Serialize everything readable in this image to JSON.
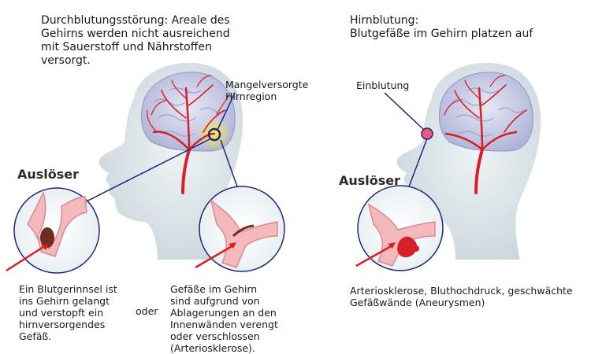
{
  "left": {
    "title": "Durchblutungsstörung: Areale des\nGehirns werden nicht ausreichend\nmit Sauerstoff und Nährstoffen\nversorgt.",
    "region_label": "Mangelversorgte\nHirnregion",
    "trigger_heading": "Auslöser",
    "cause1": "Ein Blutgerinnsel ist\nins Gehirn gelangt\nund verstopft ein\nhirnversorgendes\nGefäß.",
    "or": "oder",
    "cause2": "Gefäße im Gehirn\nsind aufgrund von\nAblagerungen an den\nInnenwänden verengt\noder verschlossen\n(Arteriosklerose)."
  },
  "right": {
    "title": "Hirnblutung:\nBlutgefäße im Gehirn platzen auf",
    "bleed_label": "Einblutung",
    "trigger_heading": "Auslöser",
    "cause": "Arteriosklerose, Bluthochdruck, geschwächte\nGefäßwände (Aneurysmen)"
  },
  "colors": {
    "head": "#dfe8ec",
    "brain": "#c9cee6",
    "artery": "#d81f26",
    "vessel": "#f3b9bd",
    "connector": "#22257a",
    "highlight": "#f5ea3c",
    "clot": "#6b2e1f"
  }
}
